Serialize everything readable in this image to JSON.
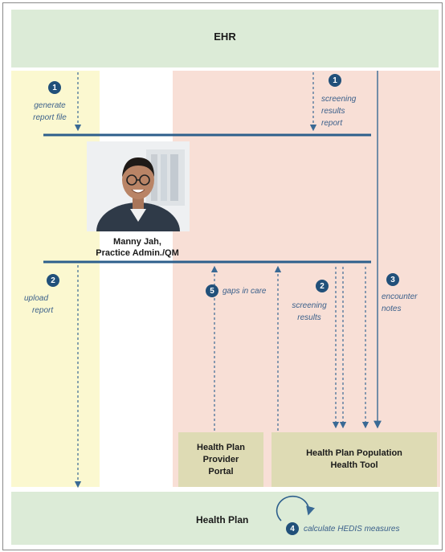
{
  "ehr": {
    "title": "EHR"
  },
  "person": {
    "name": "Manny Jah,",
    "role": "Practice Admin./QM"
  },
  "steps": {
    "generate": {
      "num": "1",
      "line1": "generate",
      "line2": "report file"
    },
    "screening_report": {
      "num": "1",
      "line1": "screening",
      "line2": "results",
      "line3": "report"
    },
    "upload": {
      "num": "2",
      "line1": "upload",
      "line2": "report"
    },
    "gaps": {
      "num": "5",
      "label": "gaps in care"
    },
    "screening_results": {
      "num": "2",
      "line1": "screening",
      "line2": "results"
    },
    "encounter": {
      "num": "3",
      "line1": "encounter",
      "line2": "notes"
    },
    "hedis": {
      "num": "4",
      "label": "calculate HEDIS measures"
    }
  },
  "portal": {
    "line1": "Health Plan",
    "line2": "Provider",
    "line3": "Portal"
  },
  "pop_tool": {
    "line1": "Health Plan Population",
    "line2": "Health Tool"
  },
  "health_plan": {
    "title": "Health Plan"
  },
  "colors": {
    "ehr_bg": "#dcebd7",
    "yellow_bg": "#fbf8d0",
    "pink_bg": "#f8dfd6",
    "box_bg": "#dedbb4",
    "arrow": "#3a6a95",
    "badge": "#21507a"
  }
}
